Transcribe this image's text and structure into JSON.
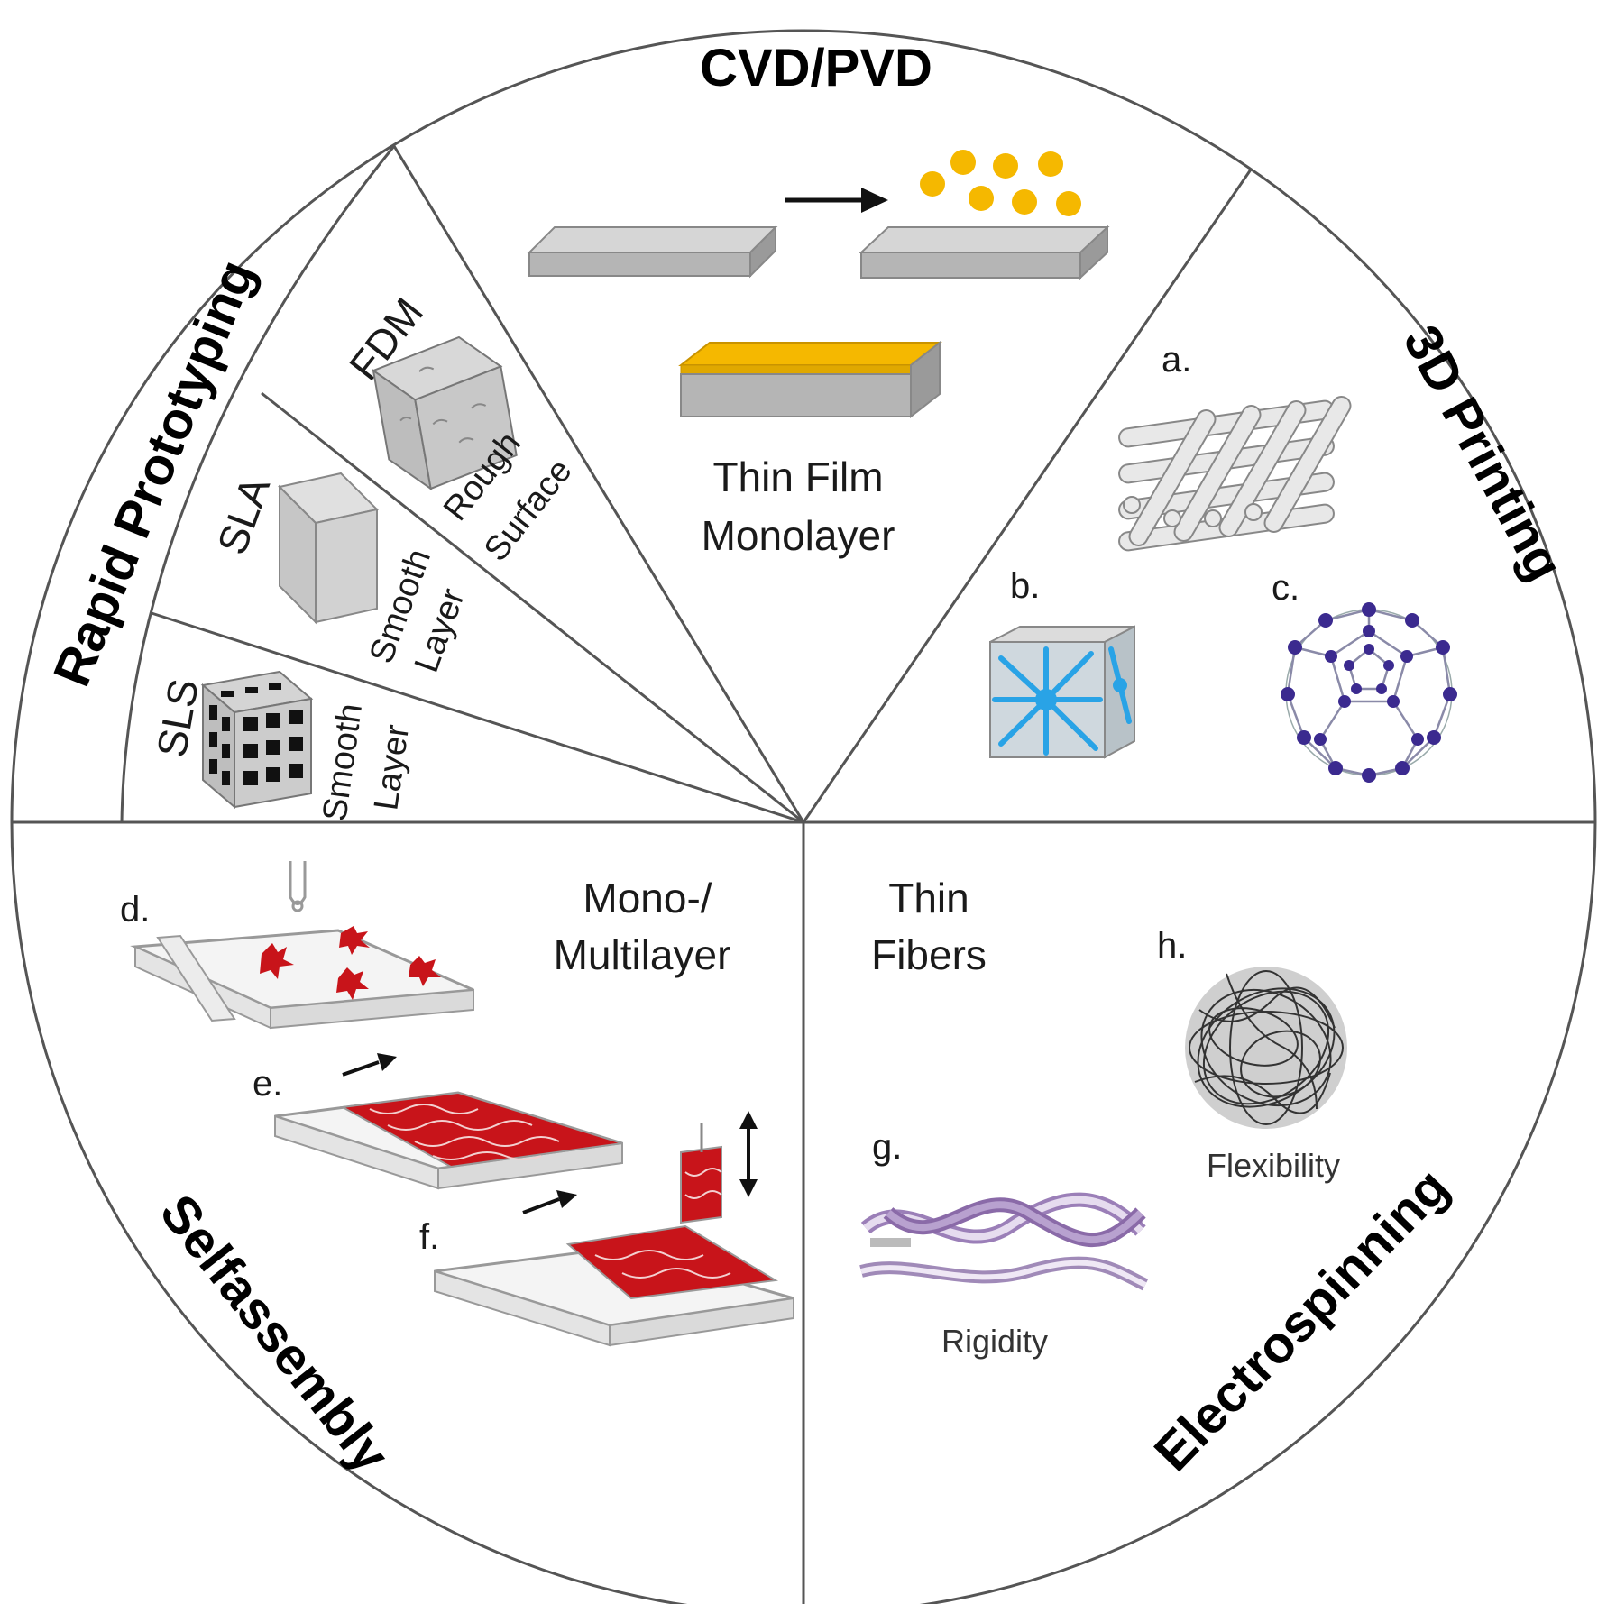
{
  "sections": {
    "cvd_pvd": {
      "title": "CVD/PVD",
      "caption_line1": "Thin Film",
      "caption_line2": "Monolayer"
    },
    "printing_3d": {
      "title": "3D Printing",
      "label_a": "a.",
      "label_b": "b.",
      "label_c": "c."
    },
    "rapid_prototyping": {
      "title": "Rapid Prototyping",
      "fdm": {
        "name": "FDM",
        "note_line1": "Rough",
        "note_line2": "Surface"
      },
      "sla": {
        "name": "SLA",
        "note_line1": "Smooth",
        "note_line2": "Layer"
      },
      "sls": {
        "name": "SLS",
        "note_line1": "Smooth",
        "note_line2": "Layer"
      }
    },
    "selfassembly": {
      "title": "Selfassembly",
      "caption_line1": "Mono-/",
      "caption_line2": "Multilayer",
      "label_d": "d.",
      "label_e": "e.",
      "label_f": "f."
    },
    "electrospinning": {
      "title": "Electrospinning",
      "caption_line1": "Thin",
      "caption_line2": "Fibers",
      "label_g": "g.",
      "label_h": "h.",
      "rigidity": "Rigidity",
      "flexibility": "Flexibility"
    }
  },
  "colors": {
    "outline": "#555555",
    "slab_top": "#d6d6d6",
    "slab_front": "#b5b5b5",
    "slab_side": "#9a9a9a",
    "gold": "#f5b800",
    "red": "#c8141a",
    "navy": "#3b2a8f",
    "cyan": "#29a3e6",
    "purple": "#8a6aa8"
  }
}
